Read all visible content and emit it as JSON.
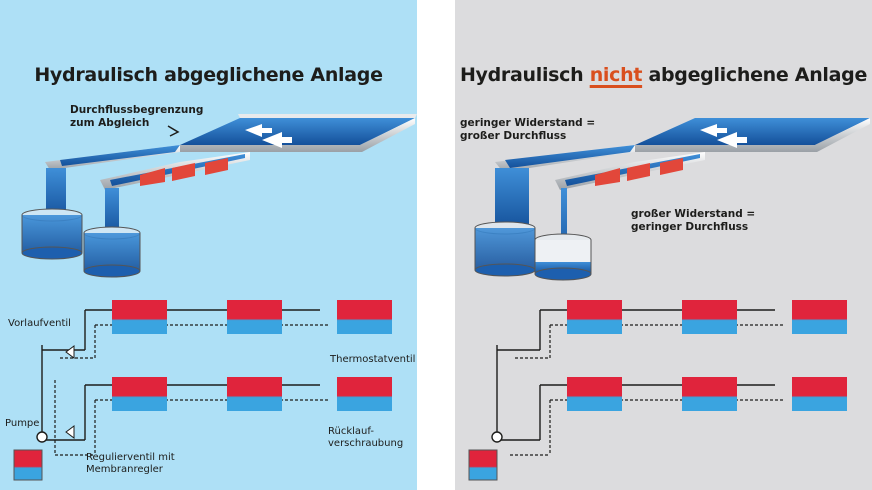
{
  "left": {
    "title": "Hydraulisch abgeglichene Anlage",
    "annotation": "Durchflussbegrenzung\nzum Abgleich",
    "labels": {
      "vorlaufventil": "Vorlaufventil",
      "thermostatventil": "Thermostatventil",
      "pumpe": "Pumpe",
      "ruecklauf": "Rücklauf-\nverschraubung",
      "regulierventil": "Regulierventil mit\nMembranregler"
    }
  },
  "right": {
    "title_pre": "Hydraulisch",
    "title_highlight": "nicht",
    "title_post": "abgeglichene Anlage",
    "annotation_top": "geringer Widerstand =\ngroßer Durchfluss",
    "annotation_mid": "großer Widerstand =\ngeringer Durchfluss"
  },
  "colors": {
    "left_bg": "#aee0f6",
    "right_bg": "#dcdcde",
    "water": "#1f6fc1",
    "radiator_hot": "#e0243c",
    "radiator_cold": "#3aa4e0",
    "accent": "#d94f1e"
  }
}
